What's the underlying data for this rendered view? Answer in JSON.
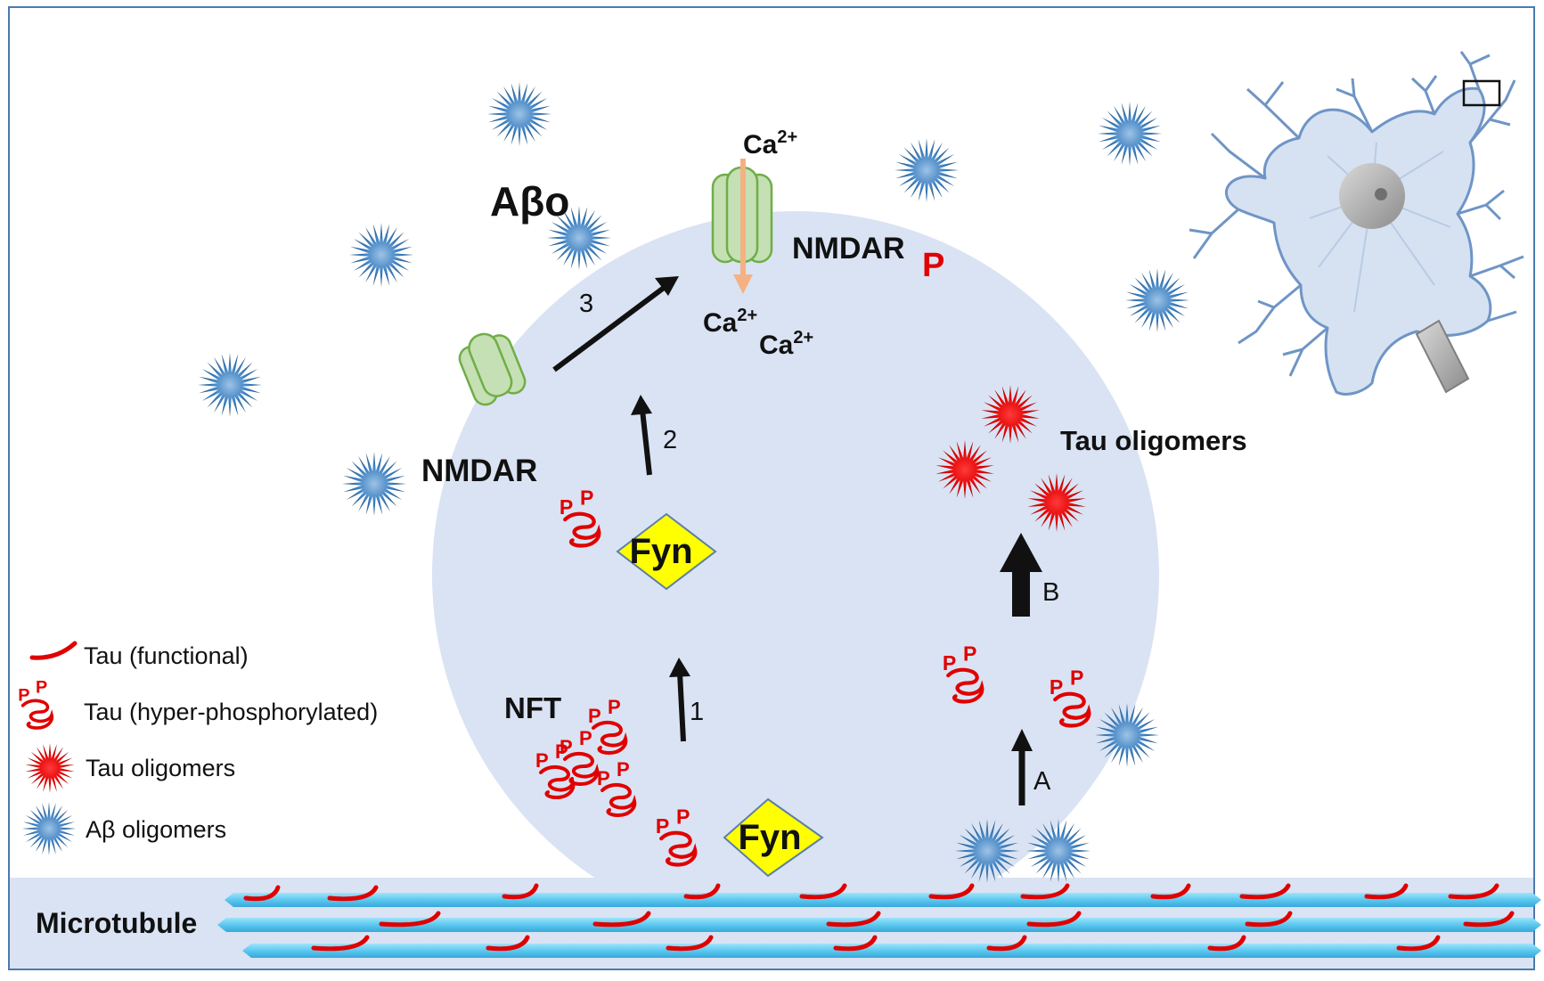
{
  "labels": {
    "abeta_o": "Aβo",
    "ca_top": "Ca",
    "ca_mid1": "Ca",
    "ca_mid2": "Ca",
    "ca_sup": "2+",
    "nmdar_p": "NMDAR",
    "phospho_p": "P",
    "nmdar": "NMDAR",
    "tau_oligomers": "Tau oligomers",
    "nft": "NFT",
    "fyn_top": "Fyn",
    "fyn_bottom": "Fyn",
    "microtubule": "Microtubule",
    "step_1": "1",
    "step_2": "2",
    "step_3": "3",
    "step_a": "A",
    "step_b": "B"
  },
  "legend": {
    "tau_functional": "Tau (functional)",
    "tau_hyper": "Tau (hyper-phosphorylated)",
    "tau_oligomers": "Tau oligomers",
    "abeta_oligomers": "Aβ oligomers"
  },
  "colors": {
    "cell": "#dae3f3",
    "abeta": "#2e75b6",
    "tau": "#e00000",
    "fyn": "#ffff00",
    "nmdar": "#a9d18e",
    "microtubule": "#5bc8f0",
    "ca_arrow": "#f4b183"
  }
}
